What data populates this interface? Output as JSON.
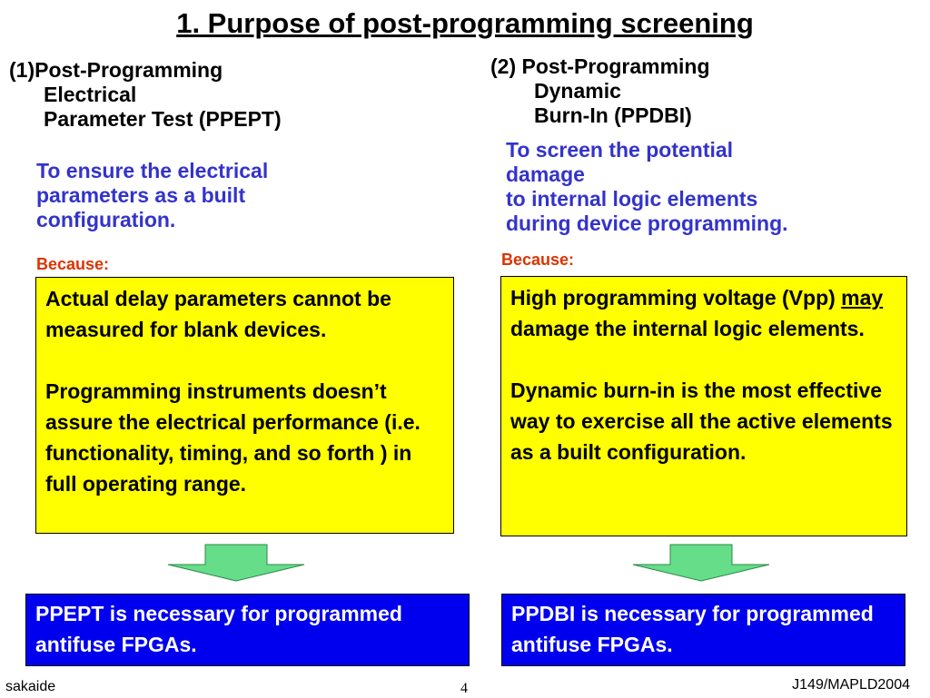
{
  "slide": {
    "title": "1. Purpose of post-programming screening",
    "left": {
      "heading": [
        "(1)Post-Programming",
        "Electrical",
        "Parameter Test (PPEPT)"
      ],
      "purpose": [
        "To ensure the electrical",
        "parameters as a built",
        "configuration."
      ],
      "because_label": "Because:",
      "reasons": [
        "Actual delay parameters cannot be measured for blank devices.",
        "Programming instruments doesn’t assure the electrical performance (i.e. functionality, timing, and so forth ) in full operating range."
      ],
      "conclusion": "PPEPT is necessary for programmed antifuse FPGAs."
    },
    "right": {
      "heading": [
        "(2) Post-Programming",
        "Dynamic",
        "Burn-In (PPDBI)"
      ],
      "purpose": [
        "To screen the potential",
        "damage",
        "to internal logic elements",
        "during device programming."
      ],
      "because_label": "Because:",
      "reason1": {
        "before": "High programming voltage (Vpp) ",
        "emphasis": "may",
        "after": " damage the internal logic elements."
      },
      "reason2": "Dynamic burn-in is the most effective way to exercise all the active elements as a built configuration.",
      "conclusion": "PPDBI is necessary for programmed antifuse FPGAs."
    },
    "footer": {
      "author": "sakaide",
      "page": "4",
      "reference": "J149/MAPLD2004"
    },
    "colors": {
      "purpose_text": "#3333cc",
      "because_text": "#dd3300",
      "reason_box": "#ffff00",
      "conclusion_box": "#0000ee",
      "arrow_fill": "#66dd88"
    }
  }
}
